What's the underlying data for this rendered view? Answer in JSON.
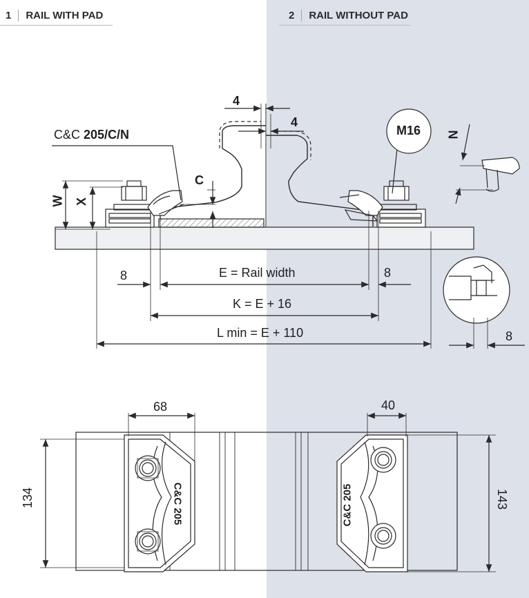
{
  "headers": [
    {
      "num": "1",
      "label": "RAIL WITH PAD"
    },
    {
      "num": "2",
      "label": "RAIL WITHOUT PAD"
    }
  ],
  "clip_label": {
    "prefix": "C&C ",
    "bold": "205/C/N"
  },
  "bolt_label": "M16",
  "dims": {
    "top_gap_1": "4",
    "top_gap_2": "4",
    "c": "C",
    "w": "W",
    "x": "X",
    "n": "N",
    "edge_left": "8",
    "edge_right": "8",
    "rail_width": "E = Rail width",
    "k": "K = E + 16",
    "l_min": "L min = E + 110",
    "detail": "8",
    "clip_width_left": "68",
    "clip_width_right": "40",
    "height_left": "134",
    "height_right": "143"
  },
  "plan_labels": {
    "left_clip": "C&C 205",
    "right_clip": "C&C 205"
  },
  "colors": {
    "right_panel": "#dde1ea",
    "line": "#2a2a2a"
  }
}
